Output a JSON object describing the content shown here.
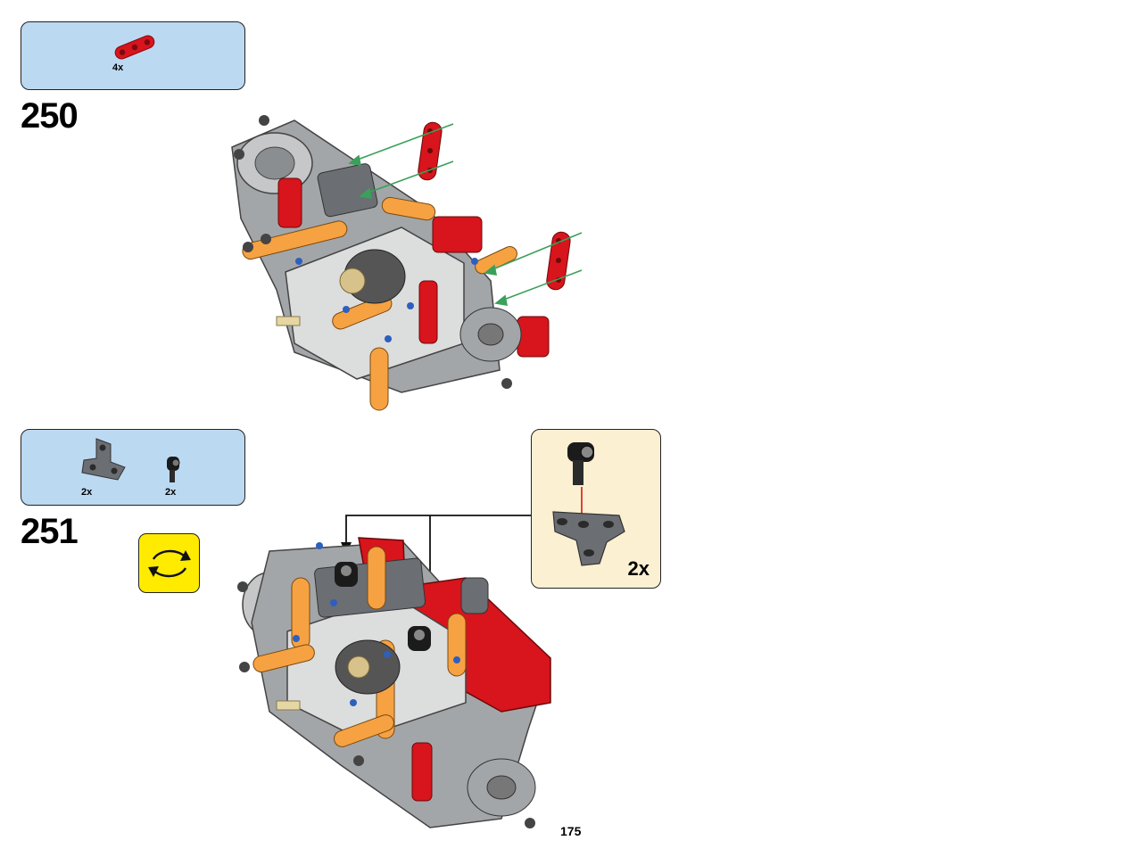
{
  "steps": [
    {
      "number": "250",
      "parts": [
        {
          "name": "red-beam-3",
          "quantity": "4x",
          "color": "#d8141c"
        }
      ]
    },
    {
      "number": "251",
      "parts": [
        {
          "name": "dark-gray-t-beam",
          "quantity": "2x",
          "color": "#6b6e72"
        },
        {
          "name": "black-pin-connector",
          "quantity": "2x",
          "color": "#1b1b1b"
        }
      ],
      "rotate_icon": "rotate-model-icon",
      "callout": {
        "quantity": "2x"
      }
    }
  ],
  "page_number": "175",
  "colors": {
    "parts_box": "#bcd9f2",
    "callout_box": "#fcf0d2",
    "rotate_box": "#ffeb00",
    "guide_arrow": "#3aa05a",
    "brick_red": "#d8141c",
    "brick_orange": "#f6a242",
    "brick_gray": "#a3a6a8",
    "brick_dark_gray": "#6b6e72"
  }
}
